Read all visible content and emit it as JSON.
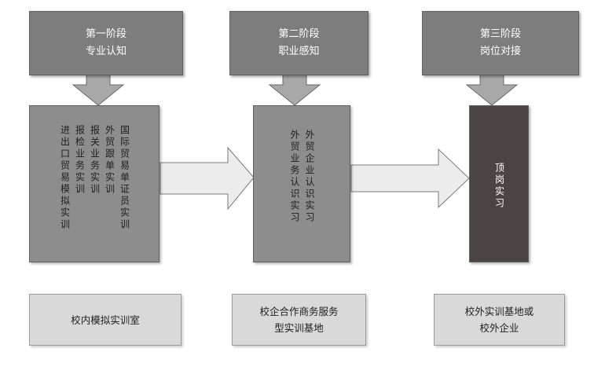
{
  "stages": [
    {
      "title": "第一阶段",
      "subtitle": "专业认知"
    },
    {
      "title": "第二阶段",
      "subtitle": "职业感知"
    },
    {
      "title": "第三阶段",
      "subtitle": "岗位对接"
    }
  ],
  "programs": [
    {
      "columns": [
        "国际贸易单证员实训",
        "外贸跟单实训",
        "报关业务实训",
        "报检业务实训",
        "进出口贸易模拟实训"
      ]
    },
    {
      "columns": [
        "外贸企业认识实习",
        "外贸业务认识实习"
      ]
    },
    {
      "columns": [
        "顶岗实习"
      ]
    }
  ],
  "bases": [
    {
      "line1": "校内模拟实训室",
      "line2": ""
    },
    {
      "line1": "校企合作商务服务",
      "line2": "型实训基地"
    },
    {
      "line1": "校外实训基地或",
      "line2": "校外企业"
    }
  ]
}
